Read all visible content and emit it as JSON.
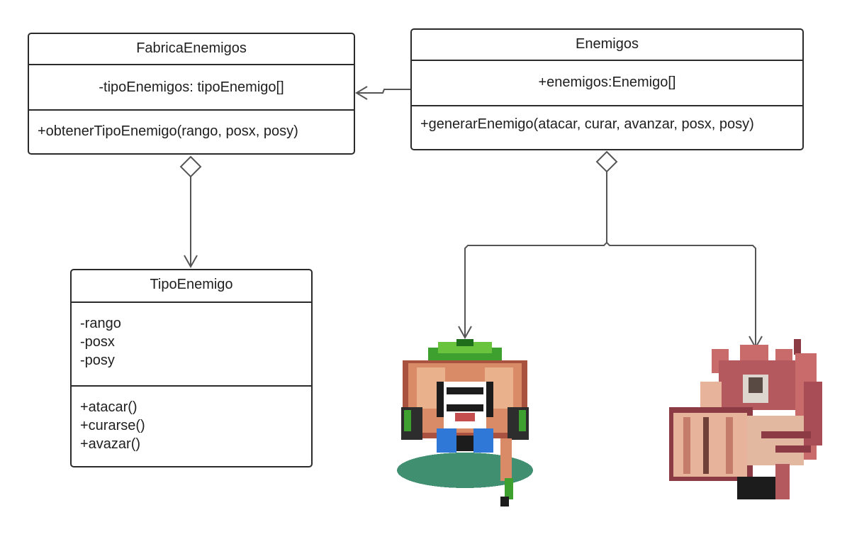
{
  "classes": {
    "fabrica": {
      "name": "FabricaEnemigos",
      "attributes": [
        "-tipoEnemigos: tipoEnemigo[]"
      ],
      "methods": [
        "+obtenerTipoEnemigo(rango, posx, posy)"
      ]
    },
    "enemigos": {
      "name": "Enemigos",
      "attributes": [
        "+enemigos:Enemigo[]"
      ],
      "methods": [
        "+generarEnemigo(atacar, curar, avanzar, posx, posy)"
      ]
    },
    "tipo": {
      "name": "TipoEnemigo",
      "attributes": [
        "-rango",
        "-posx",
        "-posy"
      ],
      "methods": [
        "+atacar()",
        "+curarse()",
        "+avazar()"
      ]
    }
  },
  "relations": [
    {
      "from": "enemigos",
      "to": "fabrica",
      "type": "association"
    },
    {
      "from": "fabrica",
      "to": "tipo",
      "type": "aggregation"
    },
    {
      "from": "enemigos",
      "to": "enemy-sprite-green",
      "type": "aggregation"
    },
    {
      "from": "enemigos",
      "to": "enemy-sprite-red",
      "type": "aggregation"
    }
  ],
  "colors": {
    "line": "#555555",
    "border": "#2b2b2b",
    "green_enemy_skin": "#d98a67",
    "green_enemy_leaf": "#3ea12f",
    "green_enemy_shadow": "#3f8f70",
    "green_enemy_blue": "#2f78d8",
    "red_enemy_body": "#c96b6b",
    "red_enemy_light": "#e8b39b"
  }
}
